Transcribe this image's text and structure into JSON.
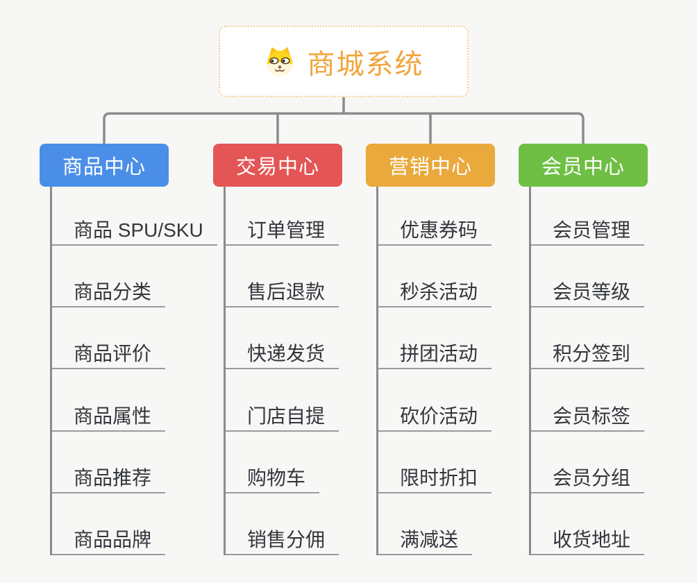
{
  "root": {
    "label": "商城系统",
    "icon": "shiba-dog-icon",
    "text_color": "#f0a53d",
    "border_color": "#f4cd90"
  },
  "branches": [
    {
      "label": "商品中心",
      "color": "#4a8ee8",
      "children": [
        "商品 SPU/SKU",
        "商品分类",
        "商品评价",
        "商品属性",
        "商品推荐",
        "商品品牌"
      ]
    },
    {
      "label": "交易中心",
      "color": "#e45555",
      "children": [
        "订单管理",
        "售后退款",
        "快递发货",
        "门店自提",
        "购物车",
        "销售分佣"
      ]
    },
    {
      "label": "营销中心",
      "color": "#eaa93c",
      "children": [
        "优惠券码",
        "秒杀活动",
        "拼团活动",
        "砍价活动",
        "限时折扣",
        "满减送"
      ]
    },
    {
      "label": "会员中心",
      "color": "#6fbf45",
      "children": [
        "会员管理",
        "会员等级",
        "积分签到",
        "会员标签",
        "会员分组",
        "收货地址"
      ]
    }
  ],
  "colors": {
    "background": "#f7f7f6",
    "connector": "#8b8b8b",
    "leaf_underline": "#9a9a9a",
    "leaf_text": "#33363c"
  }
}
